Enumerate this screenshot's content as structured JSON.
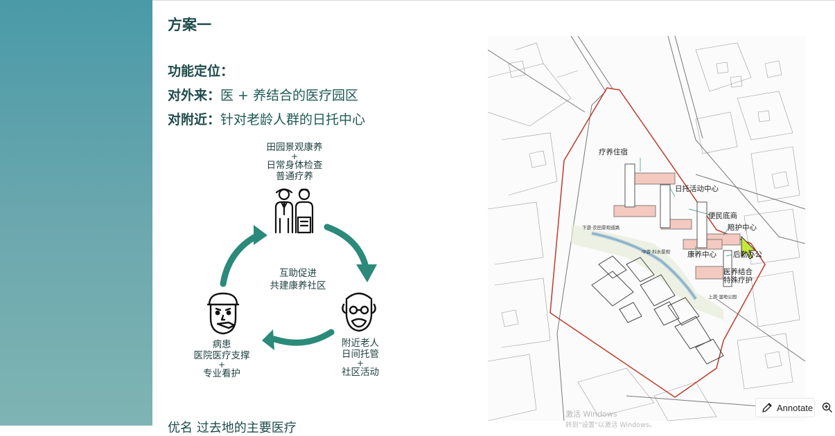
{
  "slide": {
    "title": "方案一",
    "heading": "功能定位：",
    "line_external_label": "对外来：",
    "line_external_text": "医 + 养结合的医疗园区",
    "line_nearby_label": "对附近：",
    "line_nearby_text": "针对老龄人群的日托中心",
    "bottom_text": "优名    过去地的主要医疗"
  },
  "cycle": {
    "top": {
      "line1": "田园景观康养",
      "plus": "+",
      "line2": "日常身体检查",
      "line3": "普通疗养"
    },
    "center": {
      "line1": "互助促进",
      "line2": "共建康养社区"
    },
    "left": {
      "line1": "病患",
      "line2": "医院医疗支撑",
      "plus": "+",
      "line3": "专业看护"
    },
    "right": {
      "line1": "附近老人",
      "line2": "日间托管",
      "plus1": "+",
      "line3": "社区活动"
    },
    "arrow_color": "#2b8a7a"
  },
  "map": {
    "labels": {
      "residence": "疗养住宿",
      "day_care": "日托活动中心",
      "convenience": "便民底商",
      "nursing_center": "陪护中心",
      "health_center": "康养中心",
      "office": "后勤办公",
      "medical_care": "医养结合",
      "special_care": "特殊疗护"
    },
    "small_labels": {
      "downstream": "下游·农田景观道路",
      "midstream": "中游·科水景观",
      "upstream": "上游·湿地公园"
    },
    "boundary_color": "#c0392b",
    "block_color": "#f3c9c0"
  },
  "overlay": {
    "watermark_line1": "激活 Windows",
    "watermark_line2": "转到\"设置\"以激活 Windows。",
    "annotate_label": "Annotate"
  }
}
